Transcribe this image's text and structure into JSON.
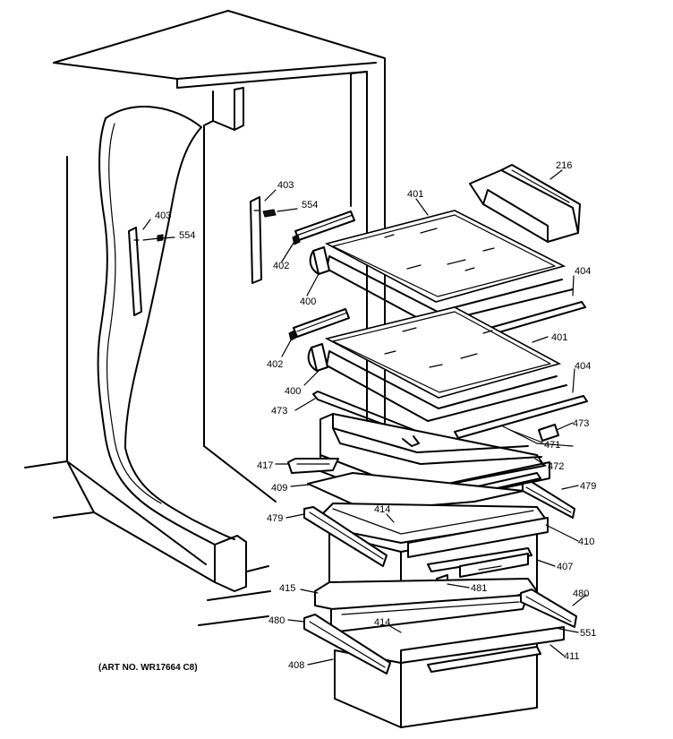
{
  "caption": "(ART NO. WR17664 C8)",
  "callouts": [
    {
      "id": "c216a",
      "text": "216"
    },
    {
      "id": "c401a",
      "text": "401"
    },
    {
      "id": "c403a",
      "text": "403"
    },
    {
      "id": "c554a",
      "text": "554"
    },
    {
      "id": "c403b",
      "text": "403"
    },
    {
      "id": "c554b",
      "text": "554"
    },
    {
      "id": "c402a",
      "text": "402"
    },
    {
      "id": "c404a",
      "text": "404"
    },
    {
      "id": "c400a",
      "text": "400"
    },
    {
      "id": "c402b",
      "text": "402"
    },
    {
      "id": "c401b",
      "text": "401"
    },
    {
      "id": "c404b",
      "text": "404"
    },
    {
      "id": "c400b",
      "text": "400"
    },
    {
      "id": "c473a",
      "text": "473"
    },
    {
      "id": "c473b",
      "text": "473"
    },
    {
      "id": "c471",
      "text": "471"
    },
    {
      "id": "c417",
      "text": "417"
    },
    {
      "id": "c472",
      "text": "472"
    },
    {
      "id": "c409",
      "text": "409"
    },
    {
      "id": "c479a",
      "text": "479"
    },
    {
      "id": "c414a",
      "text": "414"
    },
    {
      "id": "c479b",
      "text": "479"
    },
    {
      "id": "c410",
      "text": "410"
    },
    {
      "id": "c407",
      "text": "407"
    },
    {
      "id": "c481",
      "text": "481"
    },
    {
      "id": "c415",
      "text": "415"
    },
    {
      "id": "c480a",
      "text": "480"
    },
    {
      "id": "c480b",
      "text": "480"
    },
    {
      "id": "c414b",
      "text": "414"
    },
    {
      "id": "c551",
      "text": "551"
    },
    {
      "id": "c411",
      "text": "411"
    },
    {
      "id": "c408",
      "text": "408"
    }
  ]
}
